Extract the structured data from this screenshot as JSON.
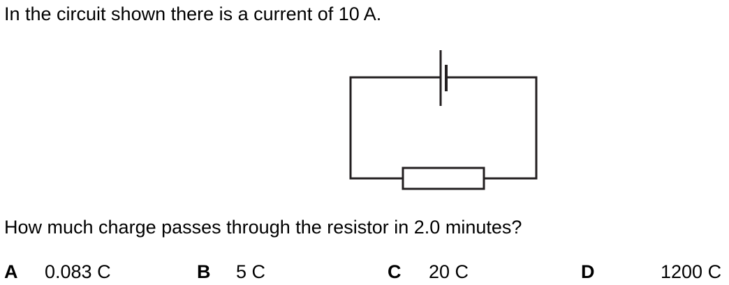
{
  "question": {
    "intro": "In the circuit shown there is a current of 10 A.",
    "prompt": "How much charge passes through the resistor in 2.0 minutes?"
  },
  "options": [
    {
      "letter": "A",
      "value": "0.083 C"
    },
    {
      "letter": "B",
      "value": "5 C"
    },
    {
      "letter": "C",
      "value": "20 C"
    },
    {
      "letter": "D",
      "value": "1200 C"
    }
  ],
  "diagram": {
    "components": [
      "cell-icon",
      "resistor-icon"
    ],
    "wire_color": "#231f20"
  }
}
